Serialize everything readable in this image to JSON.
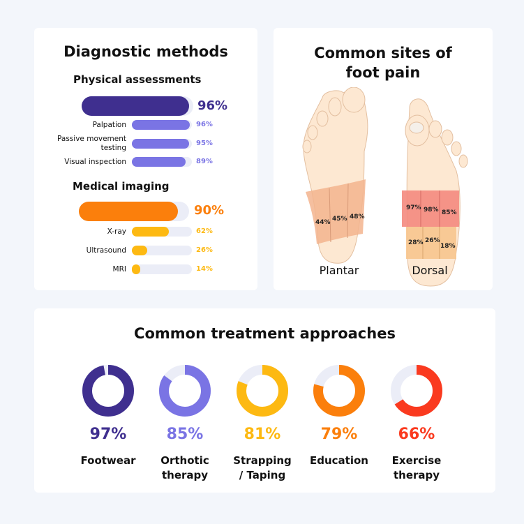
{
  "diagnostic": {
    "title": "Diagnostic methods",
    "physical": {
      "heading": "Physical assessments",
      "total": {
        "value": 0.96,
        "label": "96%"
      },
      "color": "#3f2f8f",
      "bar_color": "#7a74e4",
      "items": [
        {
          "label": "Palpation",
          "value": 0.96,
          "pct": "96%"
        },
        {
          "label": "Passive movement testing",
          "value": 0.95,
          "pct": "95%"
        },
        {
          "label": "Visual inspection",
          "value": 0.89,
          "pct": "89%"
        }
      ]
    },
    "imaging": {
      "heading": "Medical imaging",
      "total": {
        "value": 0.9,
        "label": "90%"
      },
      "color": "#fb7f0c",
      "bar_color": "#fdb912",
      "items": [
        {
          "label": "X-ray",
          "value": 0.62,
          "pct": "62%"
        },
        {
          "label": "Ultrasound",
          "value": 0.26,
          "pct": "26%"
        },
        {
          "label": "MRI",
          "value": 0.14,
          "pct": "14%"
        }
      ]
    }
  },
  "foot_pain": {
    "title_line1": "Common sites of",
    "title_line2": "foot pain",
    "plantar": {
      "label": "Plantar",
      "zones": [
        "44%",
        "45%",
        "48%"
      ]
    },
    "dorsal": {
      "label": "Dorsal",
      "upper_zones": [
        "97%",
        "98%",
        "85%"
      ],
      "lower_zones": [
        "28%",
        "26%",
        "18%"
      ]
    }
  },
  "treatment": {
    "title": "Common treatment approaches",
    "items": [
      {
        "name_line1": "Footwear",
        "name_line2": "",
        "pct": "97%",
        "value": 0.97,
        "color": "#3f2f8f"
      },
      {
        "name_line1": "Orthotic",
        "name_line2": "therapy",
        "pct": "85%",
        "value": 0.85,
        "color": "#7a74e4"
      },
      {
        "name_line1": "Strapping",
        "name_line2": "/ Taping",
        "pct": "81%",
        "value": 0.81,
        "color": "#fdb912"
      },
      {
        "name_line1": "Education",
        "name_line2": "",
        "pct": "79%",
        "value": 0.79,
        "color": "#fb7f0c"
      },
      {
        "name_line1": "Exercise",
        "name_line2": "therapy",
        "pct": "66%",
        "value": 0.66,
        "color": "#fa3a1f"
      }
    ]
  },
  "chart_data": [
    {
      "type": "bar",
      "title": "Diagnostic methods",
      "series": [
        {
          "name": "Physical assessments",
          "total": 96,
          "categories": [
            "Palpation",
            "Passive movement testing",
            "Visual inspection"
          ],
          "values": [
            96,
            95,
            89
          ]
        },
        {
          "name": "Medical imaging",
          "total": 90,
          "categories": [
            "X-ray",
            "Ultrasound",
            "MRI"
          ],
          "values": [
            62,
            26,
            14
          ]
        }
      ],
      "ylim": [
        0,
        100
      ]
    },
    {
      "type": "heatmap",
      "title": "Common sites of foot pain",
      "series": [
        {
          "name": "Plantar",
          "values": [
            44,
            45,
            48
          ]
        },
        {
          "name": "Dorsal",
          "values": [
            97,
            98,
            85,
            28,
            26,
            18
          ]
        }
      ]
    },
    {
      "type": "pie",
      "title": "Common treatment approaches",
      "categories": [
        "Footwear",
        "Orthotic therapy",
        "Strapping / Taping",
        "Education",
        "Exercise therapy"
      ],
      "values": [
        97,
        85,
        81,
        79,
        66
      ]
    }
  ]
}
